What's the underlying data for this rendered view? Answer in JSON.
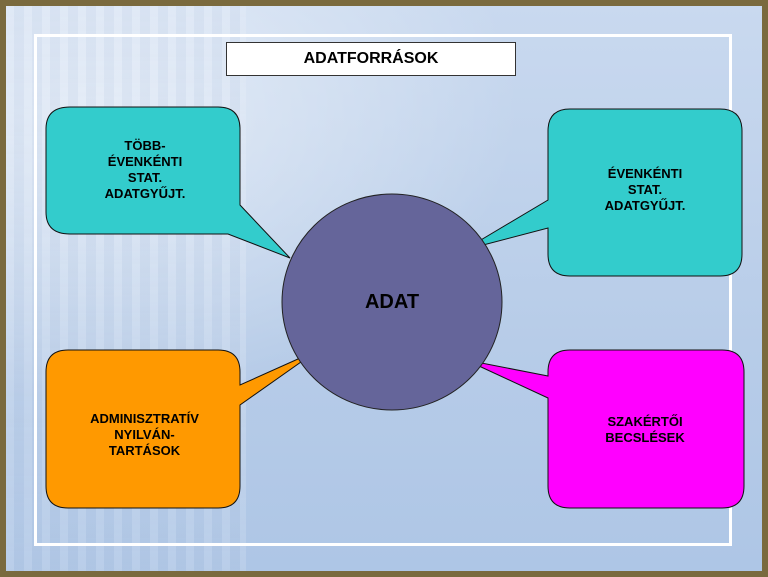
{
  "title": "ADATFORRÁSOK",
  "center": {
    "label": "ADAT",
    "color": "#65659a"
  },
  "callouts": [
    {
      "id": "tobb-evenkenti",
      "label": "TÖBB-\nÉVENKÉNTI\nSTAT.\nADATGYŰJT.",
      "color": "#33cccc"
    },
    {
      "id": "evenkenti",
      "label": "ÉVENKÉNTI\nSTAT.\nADATGYŰJT.",
      "color": "#33cccc"
    },
    {
      "id": "adminisztrativ",
      "label": "ADMINISZTRATÍV\nNYILVÁN-\nTARTÁSOK",
      "color": "#ff9900"
    },
    {
      "id": "szakertoi",
      "label": "SZAKÉRTŐI\nBECSLÉSEK",
      "color": "#ff00ff"
    }
  ]
}
